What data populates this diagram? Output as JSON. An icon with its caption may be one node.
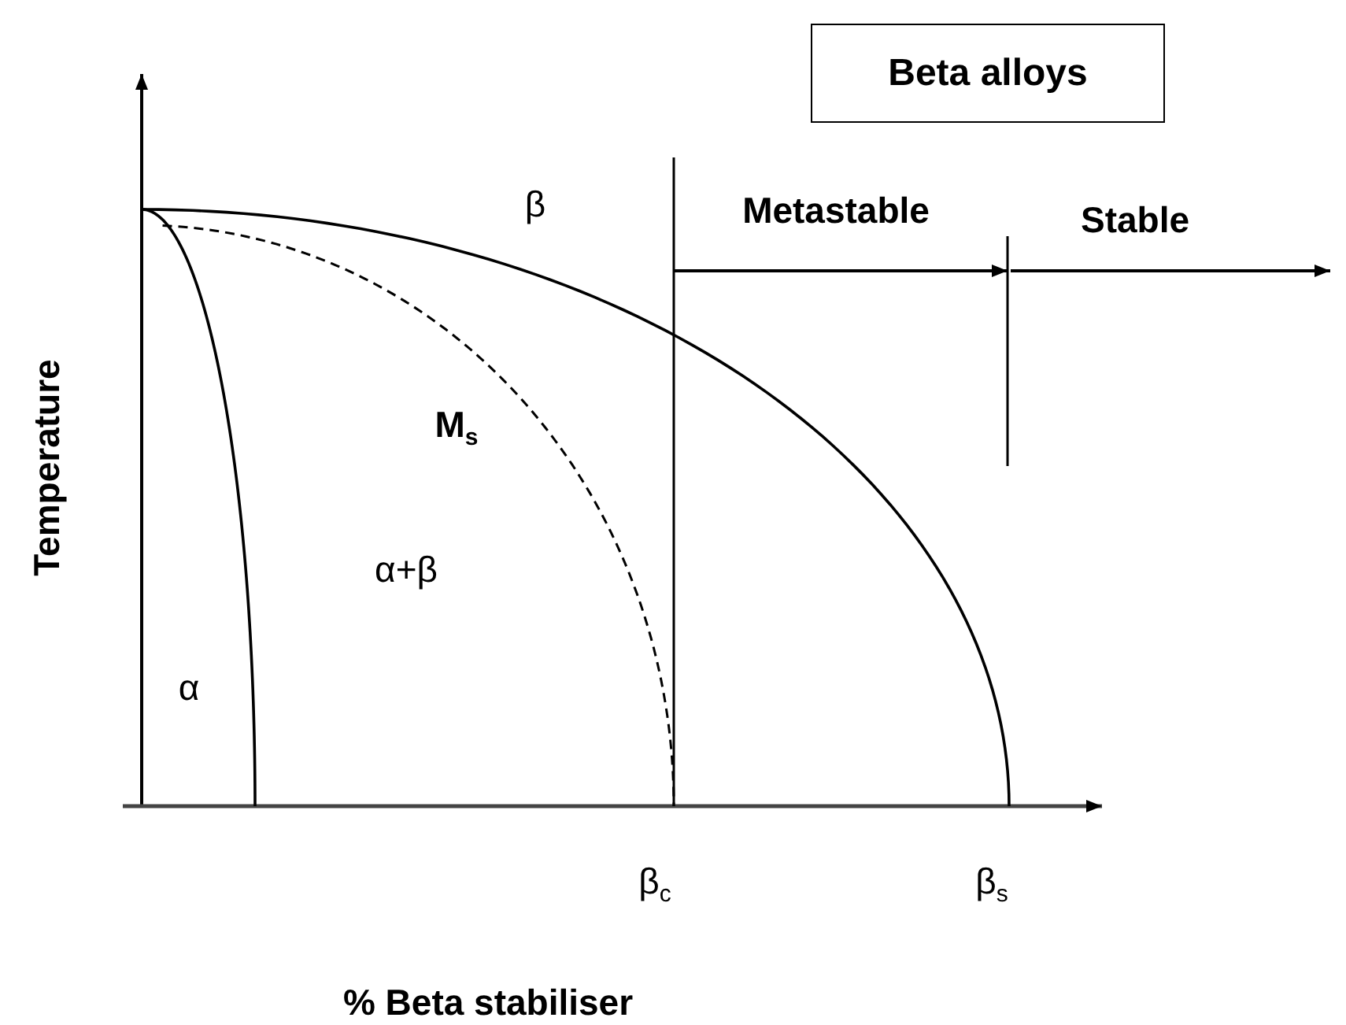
{
  "diagram": {
    "nodes": [
      {
        "text": [
          "Beta alloys"
        ]
      }
    ],
    "labels": [
      "β",
      "Metastable",
      "Stable",
      "M$_{s}$",
      "α+β",
      "α",
      "β$_{c}$",
      "β$_{s}$",
      "Temperature",
      "% Beta stabiliser"
    ]
  }
}
